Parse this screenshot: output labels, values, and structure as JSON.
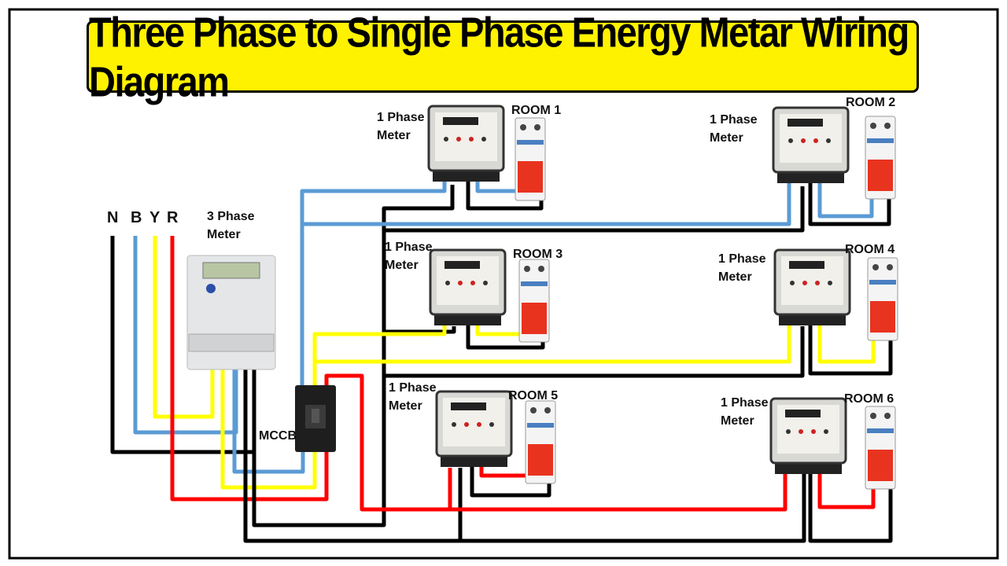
{
  "title": "Three Phase to Single Phase Energy Metar Wiring Diagram",
  "supply_labels": {
    "n": "N",
    "b": "B",
    "y": "Y",
    "r": "R"
  },
  "three_phase_meter": {
    "line1": "3 Phase",
    "line2": "Meter"
  },
  "mccb_label": "MCCB",
  "rooms": [
    {
      "meter_line1": "1 Phase",
      "meter_line2": "Meter",
      "room": "ROOM 1"
    },
    {
      "meter_line1": "1 Phase",
      "meter_line2": "Meter",
      "room": "ROOM 2"
    },
    {
      "meter_line1": "1 Phase",
      "meter_line2": "Meter",
      "room": "ROOM 3"
    },
    {
      "meter_line1": "1 Phase",
      "meter_line2": "Meter",
      "room": "ROOM 4"
    },
    {
      "meter_line1": "1 Phase",
      "meter_line2": "Meter",
      "room": "ROOM 5"
    },
    {
      "meter_line1": "1 Phase",
      "meter_line2": "Meter",
      "room": "ROOM 6"
    }
  ],
  "colors": {
    "neutral": "#000000",
    "blue_phase": "#5b9bd5",
    "yellow_phase": "#ffff00",
    "red_phase": "#ff0000",
    "title_bg": "#fff200"
  }
}
